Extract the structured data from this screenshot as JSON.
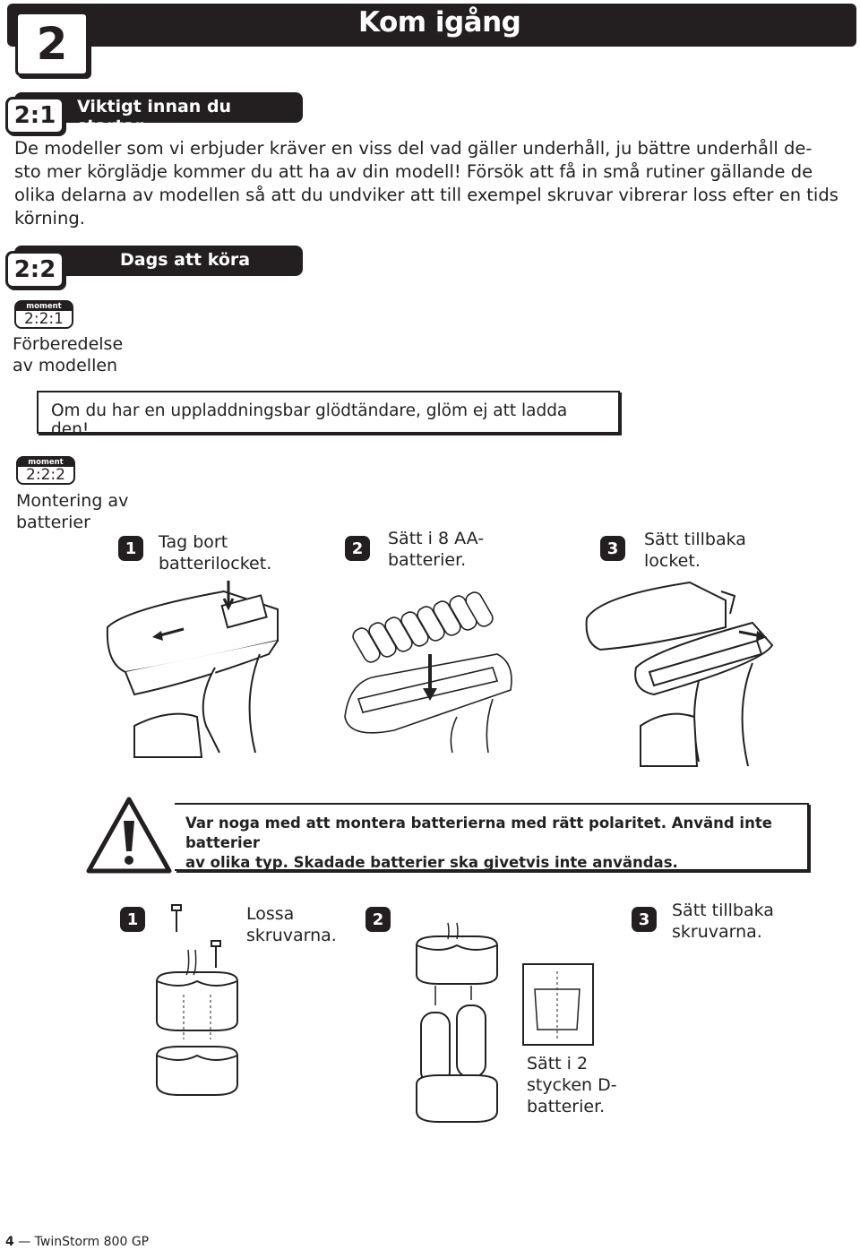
{
  "chapter": {
    "number": "2",
    "title": "Kom igång"
  },
  "section_1": {
    "number": "2:1",
    "title": "Viktigt innan du startar",
    "paragraph_lines": [
      "De modeller som vi erbjuder kräver en viss del vad gäller underhåll, ju bättre underhåll de-",
      "sto mer körglädje kommer du att ha av din modell! Försök att få in små rutiner gällande de",
      "olika delarna av modellen så att du undviker att till exempel skruvar vibrerar loss efter en tids",
      "körning."
    ]
  },
  "section_2": {
    "number": "2:2",
    "title": "Dags att köra"
  },
  "moment_1": {
    "badge_label": "moment",
    "number": "2:2:1",
    "title_lines": [
      "Förberedelse",
      "av modellen"
    ],
    "note": "Om du har en uppladdningsbar glödtändare, glöm ej att ladda den!"
  },
  "moment_2": {
    "badge_label": "moment",
    "number": "2:2:2",
    "title_lines": [
      "Montering av",
      "batterier"
    ],
    "steps": [
      {
        "num": "1",
        "lines": [
          "Tag bort",
          "batterilocket."
        ]
      },
      {
        "num": "2",
        "lines": [
          "Sätt i 8 AA-",
          "batterier."
        ]
      },
      {
        "num": "3",
        "lines": [
          "Sätt tillbaka",
          "locket."
        ]
      }
    ]
  },
  "warning": {
    "icon": "warning-triangle-icon",
    "lines": [
      "Var noga med att montera batterierna med rätt polaritet. Använd inte batterier",
      "av olika typ. Skadade batterier ska givetvis inte användas."
    ]
  },
  "d_steps": [
    {
      "num": "1",
      "lines": [
        "Lossa",
        "skruvarna."
      ]
    },
    {
      "num": "2",
      "lines": []
    },
    {
      "num": "3",
      "lines": [
        "Sätt tillbaka",
        "skruvarna."
      ]
    }
  ],
  "d_caption_lines": [
    "Sätt i 2",
    "stycken D-",
    "batterier."
  ],
  "footer": {
    "page": "4",
    "separator": "—",
    "product": "TwinStorm 800 GP"
  }
}
